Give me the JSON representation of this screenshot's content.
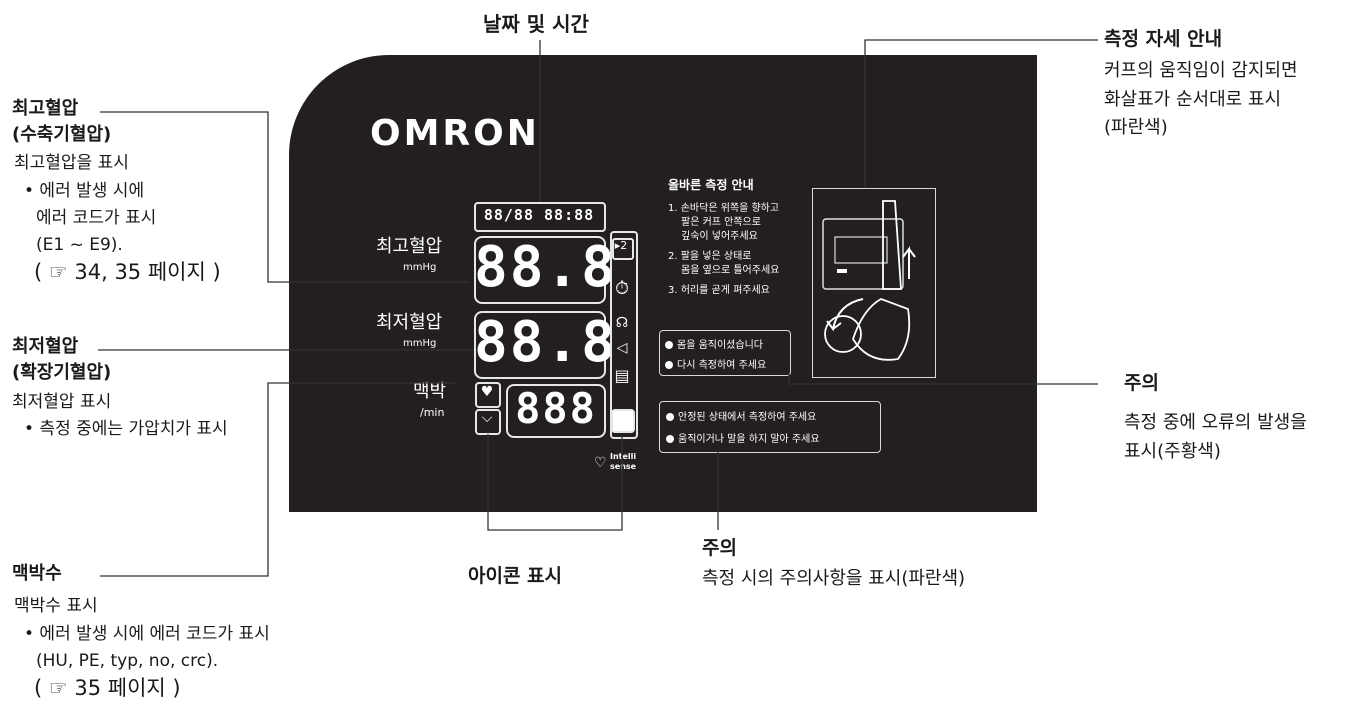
{
  "labels": {
    "datetime": "날짜 및 시간",
    "posture_title": "측정 자세 안내",
    "posture_desc1": "커프의 움직임이 감지되면",
    "posture_desc2": "화살표가 순서대로 표시",
    "posture_desc3": "(파란색)",
    "sys_title1": "최고혈압",
    "sys_title2": "(수축기혈압)",
    "sys_desc1": "최고혈압을 표시",
    "sys_desc2": "• 에러 발생 시에",
    "sys_desc3": "에러 코드가 표시",
    "sys_desc4": "(E1 ~ E9).",
    "sys_ref": "( ☞ 34, 35 페이지 )",
    "dia_title1": "최저혈압",
    "dia_title2": "(확장기혈압)",
    "dia_desc1": "최저혈압 표시",
    "dia_desc2": "• 측정 중에는 가압치가 표시",
    "caution1_title": "주의",
    "caution1_desc1": "측정 중에 오류의 발생을",
    "caution1_desc2": "표시(주황색)",
    "pulse_title": "맥박수",
    "pulse_desc1": "맥박수 표시",
    "pulse_desc2": "• 에러 발생 시에 에러 코드가 표시",
    "pulse_desc3": "(HU, PE, typ, no, crc).",
    "pulse_ref": "( ☞ 35 페이지 )",
    "icons_title": "아이콘 표시",
    "caution2_title": "주의",
    "caution2_desc": "측정 시의 주의사항을 표시(파란색)"
  },
  "device": {
    "brand": "OMRON",
    "datetime_segments": "88/88 88:88",
    "sys_label": "최고혈압",
    "dia_label": "최저혈압",
    "pulse_label": "맥박",
    "unit_mmhg": "mmHg",
    "unit_min": "/min",
    "sys_value": "88.8",
    "dia_value": "88.8",
    "pulse_value": "888",
    "x2_icon": "▸2",
    "intellisense_line1": "Intelli",
    "intellisense_line2": "sense",
    "guide_title": "올바른 측정 안내",
    "guide_1a": "1. 손바닥은 위쪽을 향하고",
    "guide_1b": "팔은 커프 안쪽으로",
    "guide_1c": "깊숙이 넣어주세요",
    "guide_2a": "2. 팔을 넣은 상태로",
    "guide_2b": "몸을 옆으로 틀어주세요",
    "guide_3": "3. 허리를 곧게 펴주세요",
    "warn_1": "몸을 움직이셨습니다",
    "warn_2": "다시 측정하여 주세요",
    "note_1": "안정된 상태에서 측정하여 주세요",
    "note_2": "움직이거나 말을 하지 말아 주세요"
  },
  "icons": [
    "stopwatch-icon",
    "voice-icon",
    "speaker-icon",
    "printer-icon",
    "cuff-icon",
    "heart-icon",
    "cuff-wrap-icon",
    "intellisense-heart-icon",
    "arrow-up-icon",
    "arrow-curve-icon"
  ]
}
